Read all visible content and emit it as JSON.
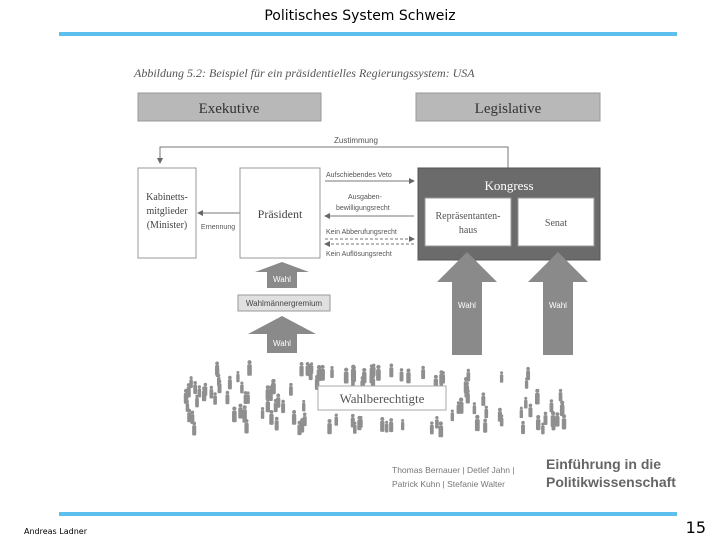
{
  "slide": {
    "title": "Politisches System Schweiz",
    "author": "Andreas Ladner",
    "page_number": "15"
  },
  "figure": {
    "caption": "Abbildung 5.2: Beispiel für ein präsidentielles Regierungssystem: USA",
    "executive_header": "Exekutive",
    "legislative_header": "Legislative",
    "agreement_label": "Zustimmung",
    "cabinet_lines": [
      "Kabinetts-",
      "mitglieder",
      "(Minister)"
    ],
    "appointment_label": "Ernennung",
    "president_label": "Präsident",
    "congress_label": "Kongress",
    "house_lines": [
      "Repräsentanten-",
      "haus"
    ],
    "senate_label": "Senat",
    "relations": {
      "veto": "Aufschiebendes Veto",
      "budget_lines": [
        "Ausgaben-",
        "bewilligungsrecht"
      ],
      "no_recall": "Kein Abberufungsrecht",
      "no_dissolution": "Kein Auflösungsrecht"
    },
    "election_label": "Wahl",
    "electoral_college": "Wahlmännergremium",
    "voters_label": "Wahlberechtigte"
  },
  "book": {
    "authors_line1": "Thomas Bernauer | Detlef Jahn |",
    "authors_line2": "Patrick Kuhn | Stefanie Walter",
    "title_line1": "Einführung in die",
    "title_line2": "Politikwissenschaft"
  },
  "colors": {
    "accent_rule": "#5bc0eb",
    "header_gray": "#b8b8b8",
    "congress_dark": "#6b6b6b",
    "arrow_gray": "#8a8a8a",
    "people_gray": "#8f8f8f"
  }
}
